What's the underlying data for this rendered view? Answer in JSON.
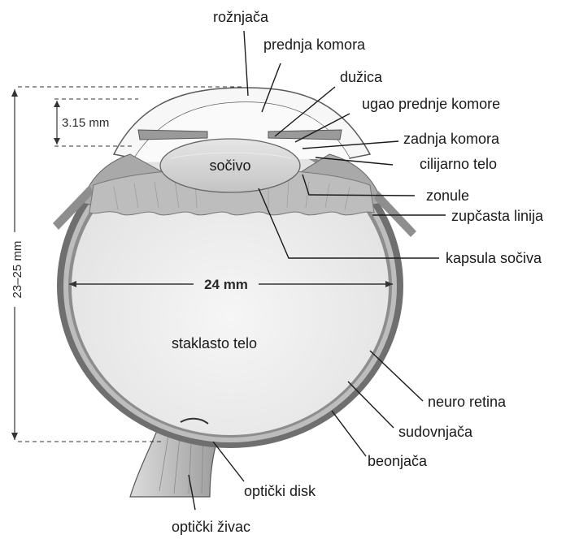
{
  "labels": {
    "cornea": "rožnjača",
    "anterior_chamber": "prednja komora",
    "iris": "dužica",
    "chamber_angle": "ugao prednje komore",
    "posterior_chamber": "zadnja komora",
    "ciliary_body": "cilijarno telo",
    "zonules": "zonule",
    "ora_serrata": "zupčasta linija",
    "lens_capsule": "kapsula sočiva",
    "lens": "sočivo",
    "vitreous": "staklasto telo",
    "neuro_retina": "neuro retina",
    "choroid": "sudovnjača",
    "sclera": "beonjača",
    "optic_disc": "optički disk",
    "optic_nerve": "optički živac"
  },
  "dimensions": {
    "anterior_depth": "3.15 mm",
    "axial_length": "23–25 mm",
    "width": "24 mm"
  },
  "colors": {
    "line": "#1a1a1a",
    "outer_wall": "#6f6f6f",
    "inner_wall": "#bdbdbd",
    "vitreous_fill": "#efefef",
    "cornea_fill": "#f7f7f7",
    "lens_fill": "#d9d9d9",
    "ciliary_fill": "#a9a9a9"
  }
}
